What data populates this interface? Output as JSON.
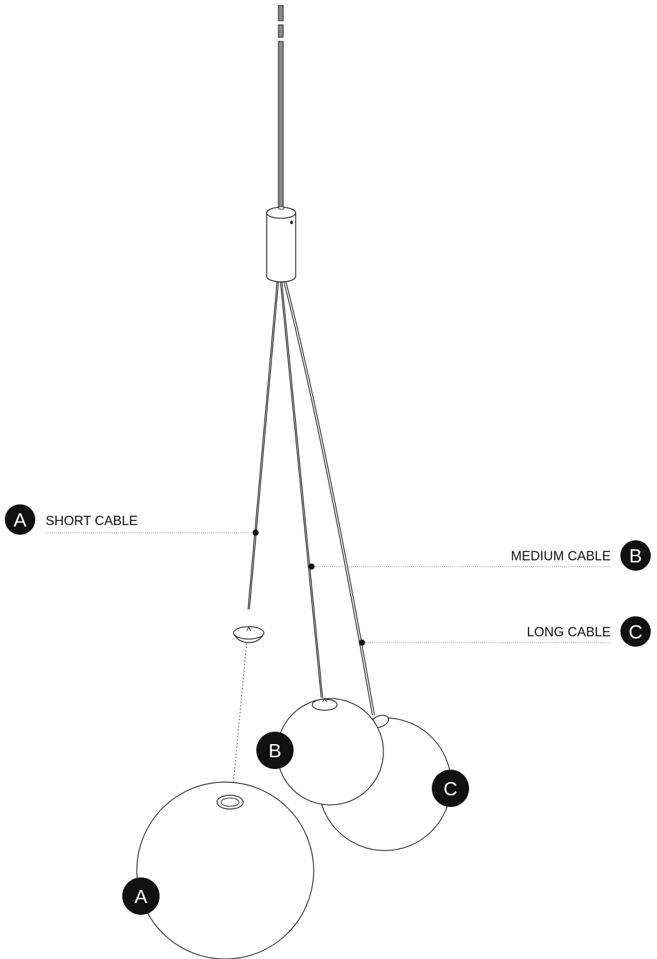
{
  "colors": {
    "line": "#1a1a1a",
    "rod": "#8a8a8a",
    "badge": "#111111",
    "badge_text": "#ffffff"
  },
  "callouts": {
    "a": {
      "letter": "A",
      "label": "SHORT CABLE"
    },
    "b": {
      "letter": "B",
      "label": "MEDIUM CABLE"
    },
    "c": {
      "letter": "C",
      "label": "LONG CABLE"
    }
  },
  "globes": {
    "a": {
      "letter": "A"
    },
    "b": {
      "letter": "B"
    },
    "c": {
      "letter": "C"
    }
  }
}
